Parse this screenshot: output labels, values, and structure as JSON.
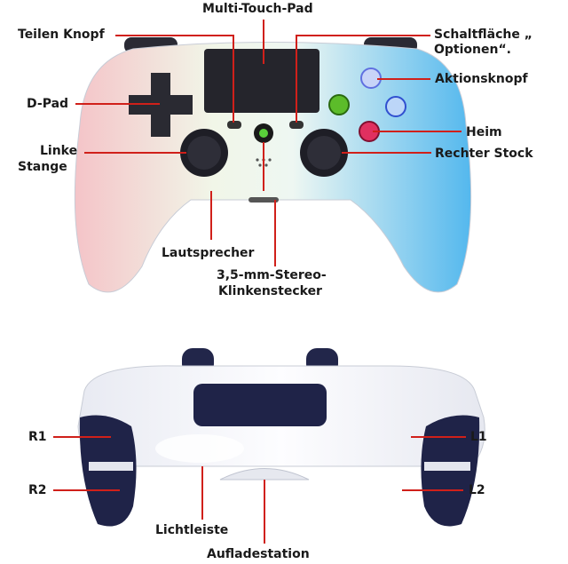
{
  "labels": {
    "touchpad": "Multi-Touch-Pad",
    "share": "Teilen Knopf",
    "options_1": "Schaltfläche „",
    "options_2": "Optionen“.",
    "action": "Aktionsknopf",
    "dpad": "D-Pad",
    "home": "Heim",
    "left_stick_1": "Linke",
    "left_stick_2": "Stange",
    "right_stick": "Rechter Stock",
    "speaker": "Lautsprecher",
    "jack_1": "3,5-mm-Stereo-",
    "jack_2": "Klinkenstecker",
    "r1": "R1",
    "l1": "L1",
    "r2": "R2",
    "l2": "L2",
    "lightbar": "Lichtleiste",
    "charging": "Aufladestation"
  },
  "colors": {
    "leader_line": "#d0201a",
    "body": "#eef2f6",
    "left_glow": "#f4b6b6",
    "right_glow": "#5cc2f2",
    "stick": "#1e1e26"
  }
}
